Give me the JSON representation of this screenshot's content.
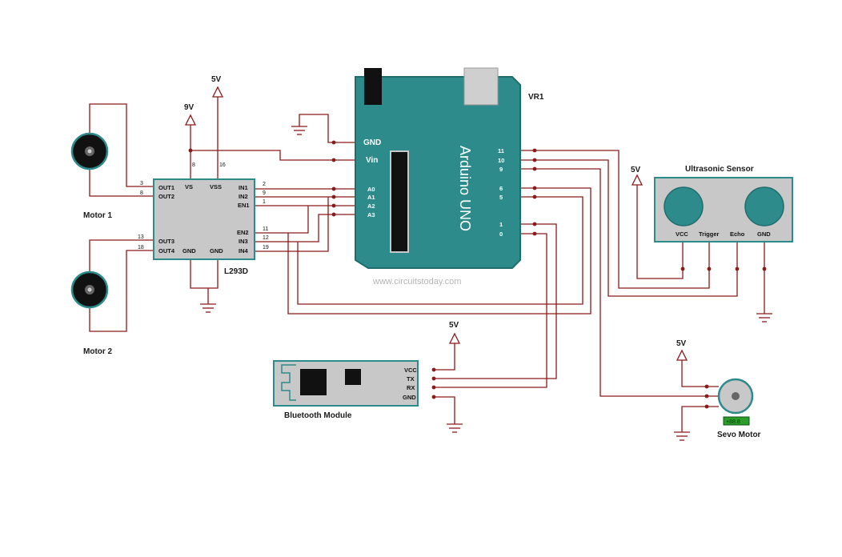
{
  "power": {
    "v5": "5V",
    "v9": "9V"
  },
  "motor1": {
    "label": "Motor 1"
  },
  "motor2": {
    "label": "Motor 2"
  },
  "l293d": {
    "label": "L293D",
    "left_pins": [
      {
        "name": "OUT1",
        "num": "3"
      },
      {
        "name": "OUT2",
        "num": "8"
      },
      {
        "name": "OUT3",
        "num": "13"
      },
      {
        "name": "OUT4",
        "num": "18"
      }
    ],
    "right_pins": [
      {
        "name": "IN1",
        "num": "2"
      },
      {
        "name": "IN2",
        "num": "9"
      },
      {
        "name": "EN1",
        "num": "1"
      },
      {
        "name": "EN2",
        "num": "11"
      },
      {
        "name": "IN3",
        "num": "12"
      },
      {
        "name": "IN4",
        "num": "19"
      }
    ],
    "top_pins": [
      {
        "name": "VS",
        "num": "8"
      },
      {
        "name": "VSS",
        "num": "16"
      }
    ],
    "bottom_pins": [
      {
        "name": "GND"
      },
      {
        "name": "GND"
      }
    ]
  },
  "arduino": {
    "name": "Arduino UNO",
    "ref": "VR1",
    "watermark": "www.circuitstoday.com",
    "power_pins": [
      "GND",
      "Vin"
    ],
    "analog_pins": [
      "A0",
      "A1",
      "A2",
      "A3"
    ],
    "digital_pins": [
      "11",
      "10",
      "9",
      "6",
      "5",
      "1",
      "0"
    ],
    "colors": {
      "board": "#2e8b8b",
      "board_edge": "#1f6d6d"
    }
  },
  "ultrasonic": {
    "label": "Ultrasonic Sensor",
    "pins": [
      "VCC",
      "Trigger",
      "Echo",
      "GND"
    ]
  },
  "bluetooth": {
    "label": "Bluetooth Module",
    "pins": [
      "VCC",
      "TX",
      "RX",
      "GND"
    ]
  },
  "servo": {
    "label": "Sevo Motor",
    "tag": "+88.8"
  }
}
